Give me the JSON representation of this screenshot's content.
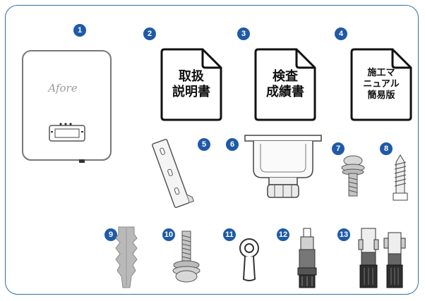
{
  "badges": [
    "1",
    "2",
    "3",
    "4",
    "5",
    "6",
    "7",
    "8",
    "9",
    "10",
    "11",
    "12",
    "13"
  ],
  "inverter": {
    "brand": "Afore"
  },
  "documents": [
    {
      "label": "取扱\n説明書"
    },
    {
      "label": "検査\n成績書"
    },
    {
      "label": "施工マ\nニュアル\n簡易版"
    }
  ],
  "colors": {
    "badge": "#1f5aa6",
    "border": "#2f6fa6"
  }
}
